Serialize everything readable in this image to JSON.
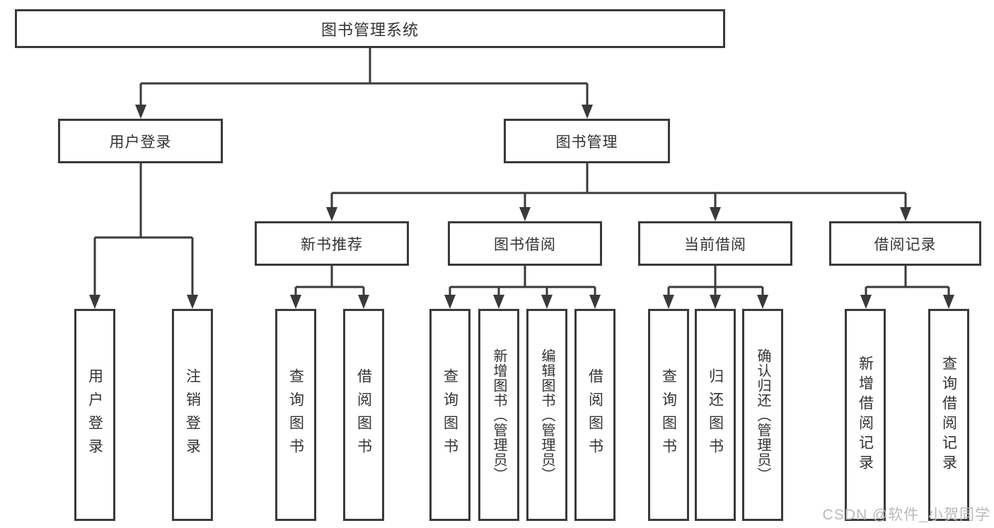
{
  "diagram_type": "hierarchy-tree",
  "tree": {
    "label": "图书管理系统",
    "children": [
      {
        "label": "用户登录",
        "children": [
          {
            "label": "用户登录"
          },
          {
            "label": "注销登录"
          }
        ]
      },
      {
        "label": "图书管理",
        "children": [
          {
            "label": "新书推荐",
            "children": [
              {
                "label": "查询图书"
              },
              {
                "label": "借阅图书"
              }
            ]
          },
          {
            "label": "图书借阅",
            "children": [
              {
                "label": "查询图书"
              },
              {
                "label": "新增图书（管理员）"
              },
              {
                "label": "编辑图书（管理员）"
              },
              {
                "label": "借阅图书"
              }
            ]
          },
          {
            "label": "当前借阅",
            "children": [
              {
                "label": "查询图书"
              },
              {
                "label": "归还图书"
              },
              {
                "label": "确认归还（管理员）"
              }
            ]
          },
          {
            "label": "借阅记录",
            "children": [
              {
                "label": "新增借阅记录"
              },
              {
                "label": "查询借阅记录"
              }
            ]
          }
        ]
      }
    ]
  },
  "watermark": "CSDN @软件_小贺同学",
  "colors": {
    "line": "#3a3a3a",
    "box_border": "#3a3a3a",
    "box_fill": "#ffffff",
    "text": "#333333",
    "watermark": "#b9b9b9",
    "background": "#ffffff"
  }
}
